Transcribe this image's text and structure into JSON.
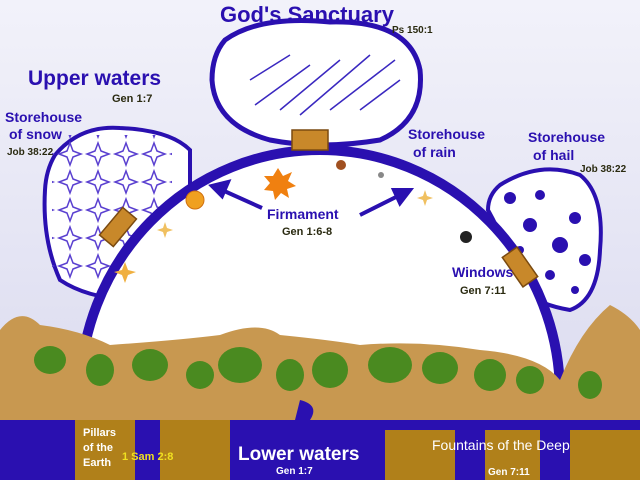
{
  "title": "God's Sanctuary",
  "title_ref": "Ps 150:1",
  "upper_waters": {
    "label": "Upper waters",
    "ref": "Gen 1:7"
  },
  "storehouse_snow": {
    "label_line1": "Storehouse",
    "label_line2": "of snow",
    "ref": "Job 38:22"
  },
  "storehouse_rain": {
    "label_line1": "Storehouse",
    "label_line2": "of rain"
  },
  "storehouse_hail": {
    "label_line1": "Storehouse",
    "label_line2": "of hail",
    "ref": "Job 38:22"
  },
  "firmament": {
    "label": "Firmament",
    "ref": "Gen 1:6-8"
  },
  "windows": {
    "label": "Windows",
    "ref": "Gen 7:11"
  },
  "pillars": {
    "label_line1": "Pillars",
    "label_line2": "of the",
    "label_line3": "Earth",
    "ref": "1 Sam 2:8"
  },
  "lower_waters": {
    "label": "Lower waters",
    "ref": "Gen 1:7"
  },
  "fountains": {
    "label": "Fountains of the Deep",
    "ref": "Gen 7:11"
  },
  "colors": {
    "dome": "#2a10b0",
    "earth": "#c89850",
    "water": "#2a10b0",
    "sky": "#e8e8f6"
  }
}
